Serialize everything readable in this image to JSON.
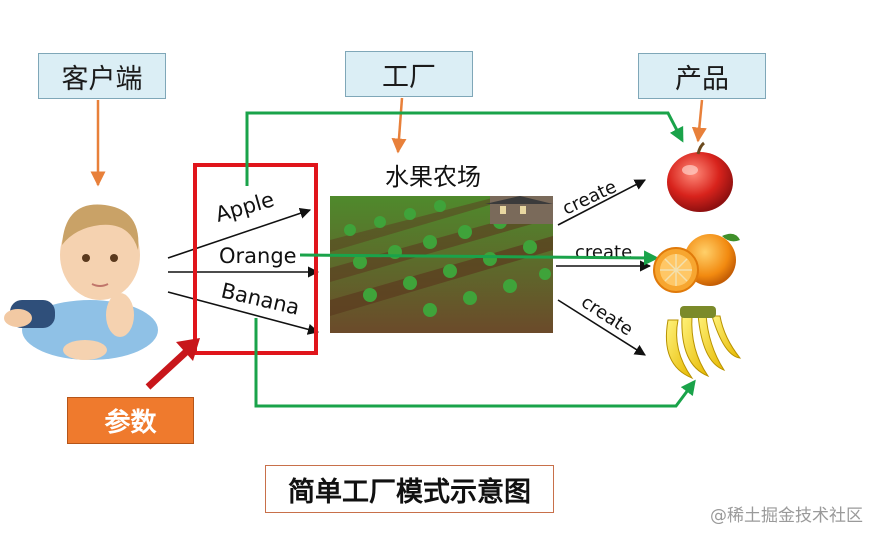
{
  "labels": {
    "client": "客户端",
    "factory": "工厂",
    "product": "产品",
    "param": "参数"
  },
  "farm_title": "水果农场",
  "inputs": [
    "Apple",
    "Orange",
    "Banana"
  ],
  "create_label": "create",
  "caption": "简单工厂模式示意图",
  "watermark": "@稀土掘金技术社区",
  "colors": {
    "label_bg": "#dbeef5",
    "param_bg": "#ef7a2d",
    "orange_arrow": "#e8803a",
    "green_arrow": "#1aa34a",
    "red_box": "#e0151b"
  }
}
